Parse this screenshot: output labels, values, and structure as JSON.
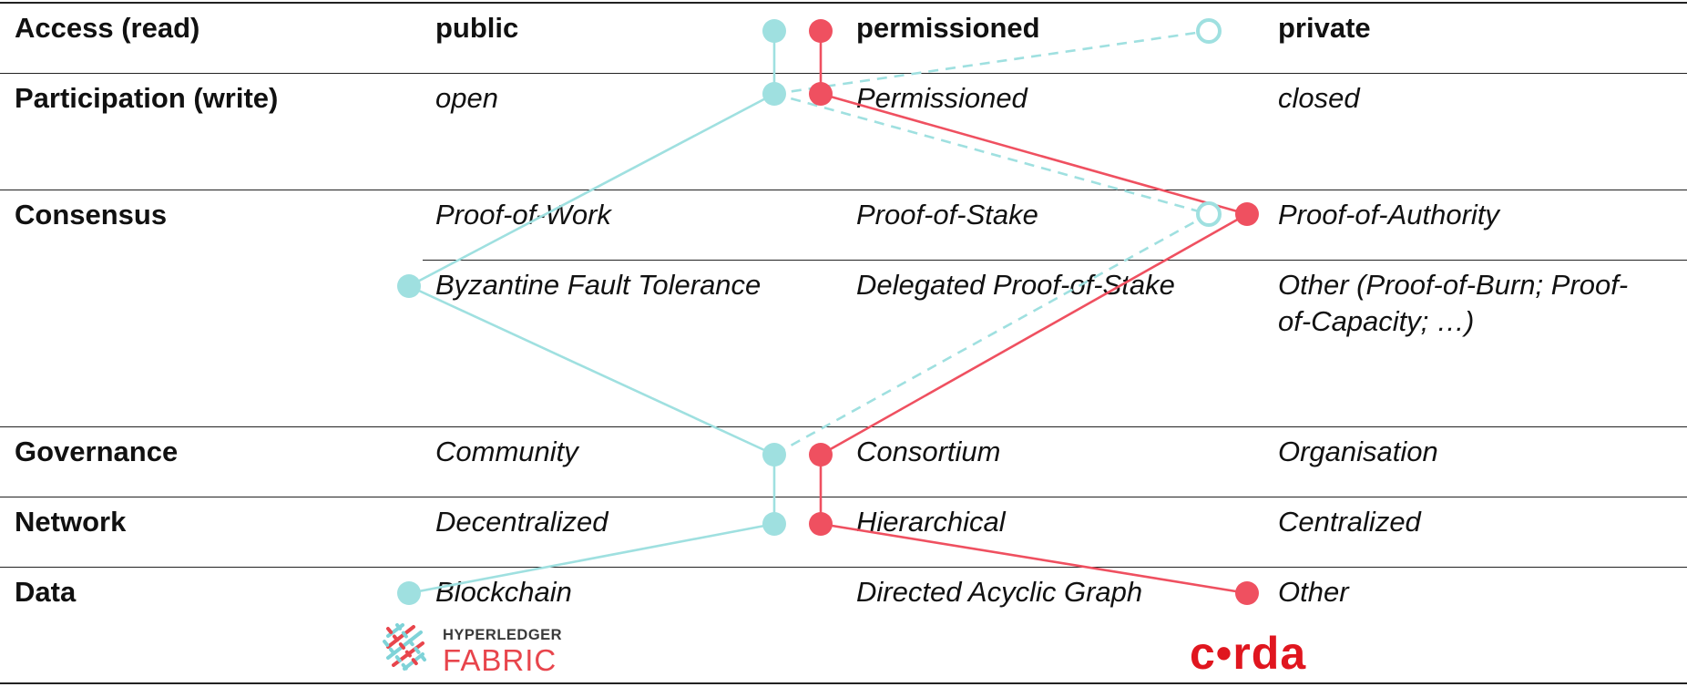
{
  "rows": [
    {
      "id": "access",
      "label": "Access (read)",
      "options": [
        "public",
        "permissioned",
        "private"
      ]
    },
    {
      "id": "participation",
      "label": "Participation (write)",
      "options": [
        "open",
        "Permissioned",
        "closed"
      ]
    },
    {
      "id": "consensus",
      "label": "Consensus",
      "options": [
        "Proof-of-Work",
        "Proof-of-Stake",
        "Proof-of-Authority"
      ]
    },
    {
      "id": "consensus2",
      "label": "",
      "options": [
        "Byzantine Fault Tolerance",
        "Delegated Proof-of-Stake",
        "Other (Proof-of-Burn; Proof-of-Capacity; …)"
      ]
    },
    {
      "id": "governance",
      "label": "Governance",
      "options": [
        "Community",
        "Consortium",
        "Organisation"
      ]
    },
    {
      "id": "network",
      "label": "Network",
      "options": [
        "Decentralized",
        "Hierarchical",
        "Centralized"
      ]
    },
    {
      "id": "data",
      "label": "Data",
      "options": [
        "Blockchain",
        "Directed Acyclic Graph",
        "Other"
      ]
    }
  ],
  "logos": {
    "hyperledger": {
      "line1": "HYPERLEDGER",
      "line2": "FABRIC"
    },
    "corda": {
      "text": "c•rda"
    }
  },
  "colors": {
    "fabric": "#9fe0e0",
    "corda": "#ef5060",
    "rule": "#222222",
    "hyperledger_icon_teal": "#7fd3d8",
    "hyperledger_icon_red": "#e8454c"
  }
}
